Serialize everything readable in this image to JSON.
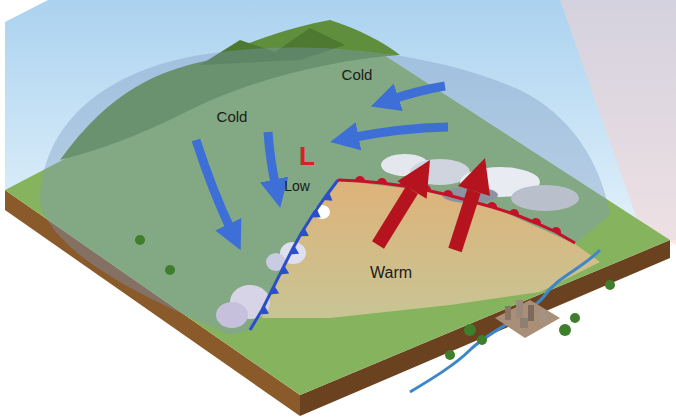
{
  "diagram": {
    "labels": [
      "Cold",
      "Cold",
      "L",
      "Low",
      "Warm"
    ]
  }
}
